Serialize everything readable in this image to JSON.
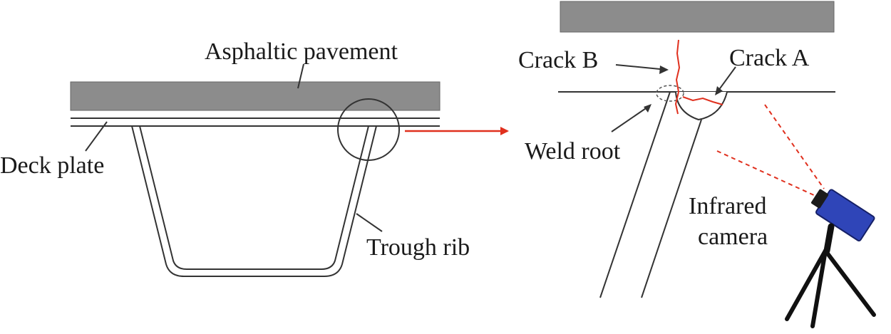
{
  "labels": {
    "asphaltic_pavement": "Asphaltic pavement",
    "deck_plate": "Deck plate",
    "trough_rib": "Trough rib",
    "crack_b": "Crack B",
    "crack_a": "Crack A",
    "weld_root": "Weld root",
    "infrared": "Infrared",
    "camera": "camera"
  },
  "colors": {
    "pavement_fill": "#8c8c8c",
    "line": "#333333",
    "accent_red": "#e0301e",
    "camera_body": "#2f45b8",
    "tripod": "#111111"
  },
  "icons": {
    "camera": "infrared-camera-icon",
    "tripod": "tripod-icon"
  }
}
